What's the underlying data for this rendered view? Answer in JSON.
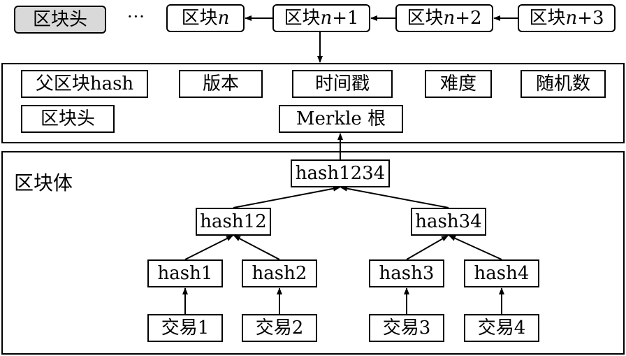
{
  "chain": {
    "header_box": "区块头",
    "ellipsis": "···",
    "block_n": {
      "prefix": "区块",
      "var": "n",
      "suffix": ""
    },
    "block_n1": {
      "prefix": "区块",
      "var": "n",
      "suffix": "+1"
    },
    "block_n2": {
      "prefix": "区块",
      "var": "n",
      "suffix": "+2"
    },
    "block_n3": {
      "prefix": "区块",
      "var": "n",
      "suffix": "+3"
    }
  },
  "header": {
    "fields": [
      "父区块hash",
      "版本",
      "时间戳",
      "难度",
      "随机数"
    ],
    "label": "区块头",
    "merkle_root": "Merkle 根"
  },
  "body": {
    "label": "区块体",
    "root": "hash1234",
    "level1": [
      "hash12",
      "hash34"
    ],
    "leaves": [
      "hash1",
      "hash2",
      "hash3",
      "hash4"
    ],
    "transactions": [
      "交易1",
      "交易2",
      "交易3",
      "交易4"
    ]
  }
}
